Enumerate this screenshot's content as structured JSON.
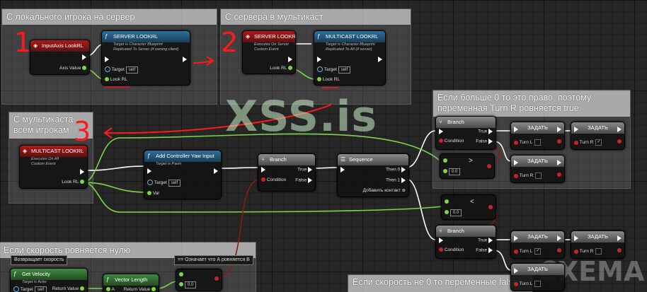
{
  "comments": {
    "c1": "С локального игрока на сервер",
    "c2": "С сервера в мультикаст",
    "c3": "С мультикаста всем игрокам",
    "c4": "Если больше 0 то это право, поэтому переменная Turn R ровняется true",
    "c5": "Если скорость ровняется нулю",
    "c6": "Если скорость не 0 то переменные false"
  },
  "nodes": {
    "input_axis": {
      "title": "InputAxis LookRL",
      "axis_value": "Axis Value"
    },
    "server_lookrl_1": {
      "title": "SERVER LOOKRL",
      "sub1": "Target is Character Blueprint",
      "sub2": "Replicated To Server (if owning client)",
      "target": "Target",
      "self": "self",
      "lookrl": "Look RL"
    },
    "server_lookrl_2": {
      "title": "SERVER LOOKRL",
      "sub1": "Executes On Server",
      "sub2": "Custom Event",
      "lookrl": "Look RL"
    },
    "multicast_1": {
      "title": "MULTICAST LOOKRL",
      "sub1": "Target is Character Blueprint",
      "sub2": "Replicated To All (if server)",
      "target": "Target",
      "self": "self",
      "lookrl": "Look RL"
    },
    "multicast_2": {
      "title": "MULTICAST LOOKRL",
      "sub1": "Executes On All",
      "sub2": "Custom Event",
      "lookrl": "Look RL"
    },
    "add_yaw": {
      "title": "Add Controller Yaw Input",
      "sub1": "Target is Pawn",
      "target": "Target",
      "self": "self",
      "val": "Val"
    },
    "branch_main": {
      "title": "Branch",
      "condition": "Condition",
      "true": "True",
      "false": "False"
    },
    "sequence": {
      "title": "Sequence",
      "then0": "Then 0",
      "then1": "Then 1",
      "add": "Добавить контакт"
    },
    "branch_top": {
      "title": "Branch",
      "condition": "Condition",
      "true": "True",
      "false": "False"
    },
    "greater": {
      "symbol": ">",
      "value": "0.0"
    },
    "less": {
      "symbol": "<",
      "value": "0.0"
    },
    "branch_bottom": {
      "title": "Branch",
      "condition": "Condition",
      "true": "True",
      "false": "False"
    },
    "set_1": {
      "title": "ЗАДАТЬ",
      "pin": "Turn L"
    },
    "set_2": {
      "title": "ЗАДАТЬ",
      "pin": "Turn R"
    },
    "set_3": {
      "title": "ЗАДАТЬ",
      "pin": "Turn R"
    },
    "set_4": {
      "title": "ЗАДАТЬ",
      "pin": "Turn L"
    },
    "set_5": {
      "title": "ЗАДАТЬ",
      "pin": "Turn R"
    },
    "set_6": {
      "title": "ЗАДАТЬ",
      "pin": "Turn L"
    },
    "get_velocity": {
      "title": "Get Velocity",
      "sub1": "Target is Actor",
      "target": "Target",
      "self": "self",
      "return": "Return Value"
    },
    "vector_length": {
      "title": "Vector Length",
      "a": "A",
      "return": "Return Value"
    },
    "equal": {
      "value": "0.0"
    }
  },
  "dropdowns": {
    "speed": "Возвращает скорость",
    "means": "== Означает что А ровняется В"
  },
  "watermarks": {
    "main": "XSS.is",
    "corner": "СХЕМА"
  },
  "annotations": {
    "n1": "1",
    "n2": "2",
    "n3": "3"
  },
  "colors": {
    "exec": "#ffffff",
    "float": "#7cd64a",
    "bool": "#c82424",
    "object": "#6db2e0",
    "annotation": "#ff1a1a"
  }
}
